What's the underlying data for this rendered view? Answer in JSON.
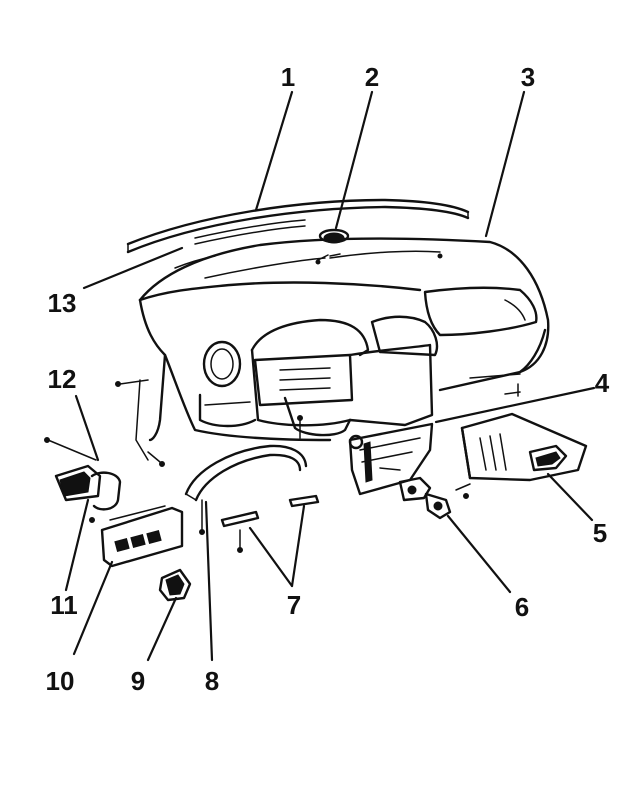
{
  "diagram": {
    "callouts": [
      {
        "id": "1",
        "text": "1"
      },
      {
        "id": "2",
        "text": "2"
      },
      {
        "id": "3",
        "text": "3"
      },
      {
        "id": "4",
        "text": "4"
      },
      {
        "id": "5",
        "text": "5"
      },
      {
        "id": "6",
        "text": "6"
      },
      {
        "id": "7",
        "text": "7"
      },
      {
        "id": "8",
        "text": "8"
      },
      {
        "id": "9",
        "text": "9"
      },
      {
        "id": "10",
        "text": "10"
      },
      {
        "id": "11",
        "text": "11"
      },
      {
        "id": "12",
        "text": "12"
      },
      {
        "id": "13",
        "text": "13"
      }
    ],
    "colors": {
      "ink": "#111111",
      "background": "#ffffff"
    }
  }
}
